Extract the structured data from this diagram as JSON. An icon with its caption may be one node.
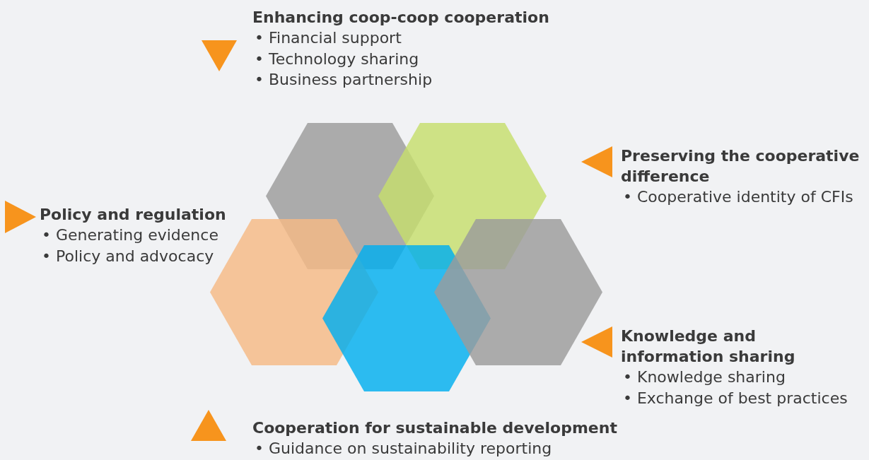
{
  "diagram": {
    "labels": [
      "Enhancing coop-coop cooperation",
      "• Financial support",
      "• Technology sharing",
      "• Business partnership",
      "Preserving the cooperative difference",
      "• Cooperative identity of CFIs",
      "Policy and regulation",
      "• Generating evidence",
      "• Policy and advocacy",
      "Knowledge and information sharing",
      "• Knowledge sharing",
      "• Exchange of best practices",
      "Cooperation for sustainable development",
      "• Guidance on sustainability reporting"
    ]
  }
}
